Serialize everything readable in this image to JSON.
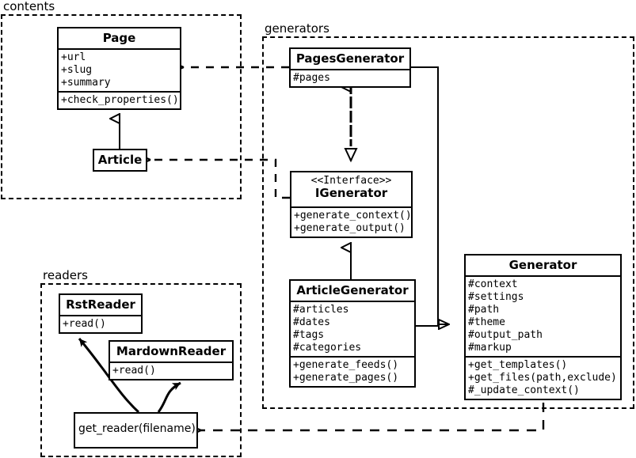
{
  "diagram": {
    "type": "uml-class-diagram",
    "packages": [
      {
        "id": "contents",
        "label": "contents"
      },
      {
        "id": "generators",
        "label": "generators"
      },
      {
        "id": "readers",
        "label": "readers"
      }
    ],
    "classes": [
      {
        "id": "page",
        "package": "contents",
        "name": "Page",
        "stereotype": "",
        "attributes": [
          "+url",
          "+slug",
          "+summary"
        ],
        "methods": [
          "+check_properties()"
        ]
      },
      {
        "id": "article",
        "package": "contents",
        "name": "Article",
        "stereotype": "",
        "attributes": [],
        "methods": []
      },
      {
        "id": "pages-generator",
        "package": "generators",
        "name": "PagesGenerator",
        "stereotype": "",
        "attributes": [
          "#pages"
        ],
        "methods": []
      },
      {
        "id": "igenerator",
        "package": "generators",
        "name": "IGenerator",
        "stereotype": "<<Interface>>",
        "attributes": [],
        "methods": [
          "+generate_context()",
          "+generate_output()"
        ]
      },
      {
        "id": "article-generator",
        "package": "generators",
        "name": "ArticleGenerator",
        "stereotype": "",
        "attributes": [
          "#articles",
          "#dates",
          "#tags",
          "#categories"
        ],
        "methods": [
          "+generate_feeds()",
          "+generate_pages()"
        ]
      },
      {
        "id": "generator",
        "package": "generators",
        "name": "Generator",
        "stereotype": "",
        "attributes": [
          "#context",
          "#settings",
          "#path",
          "#theme",
          "#output_path",
          "#markup"
        ],
        "methods": [
          "+get_templates()",
          "+get_files(path,exclude)",
          "#_update_context()"
        ]
      },
      {
        "id": "rst-reader",
        "package": "readers",
        "name": "RstReader",
        "stereotype": "",
        "attributes": [],
        "methods": [
          "+read()"
        ]
      },
      {
        "id": "mardown-reader",
        "package": "readers",
        "name": "MardownReader",
        "stereotype": "",
        "attributes": [],
        "methods": [
          "+read()"
        ]
      },
      {
        "id": "get-reader",
        "package": "readers",
        "name": "get_reader(filename)",
        "stereotype": "",
        "attributes": [],
        "methods": []
      }
    ],
    "relations": [
      {
        "id": "article-page",
        "from": "article",
        "to": "page",
        "kind": "generalization",
        "style": "solid"
      },
      {
        "id": "pagesgen-igenerator",
        "from": "pages-generator",
        "to": "igenerator",
        "kind": "realization",
        "style": "dashed"
      },
      {
        "id": "articlegen-igenerator",
        "from": "article-generator",
        "to": "igenerator",
        "kind": "generalization",
        "style": "solid"
      },
      {
        "id": "pagesgen-generator",
        "from": "pages-generator",
        "to": "generator",
        "kind": "generalization",
        "style": "solid"
      },
      {
        "id": "articlegen-generator",
        "from": "article-generator",
        "to": "generator",
        "kind": "generalization",
        "style": "solid"
      },
      {
        "id": "pagesgen-page",
        "from": "pages-generator",
        "to": "page",
        "kind": "dependency",
        "style": "dashed"
      },
      {
        "id": "igenerator-article",
        "from": "igenerator",
        "to": "article",
        "kind": "dependency",
        "style": "dashed"
      },
      {
        "id": "generator-getreader",
        "from": "generator",
        "to": "get-reader",
        "kind": "dependency",
        "style": "dashed"
      },
      {
        "id": "getreader-rstreader",
        "from": "get-reader",
        "to": "rst-reader",
        "kind": "creates",
        "style": "curved-solid"
      },
      {
        "id": "getreader-mardownreader",
        "from": "get-reader",
        "to": "mardown-reader",
        "kind": "creates",
        "style": "curved-solid"
      }
    ],
    "colors": {
      "stroke": "#000000",
      "background": "#ffffff",
      "text": "#000000"
    }
  }
}
